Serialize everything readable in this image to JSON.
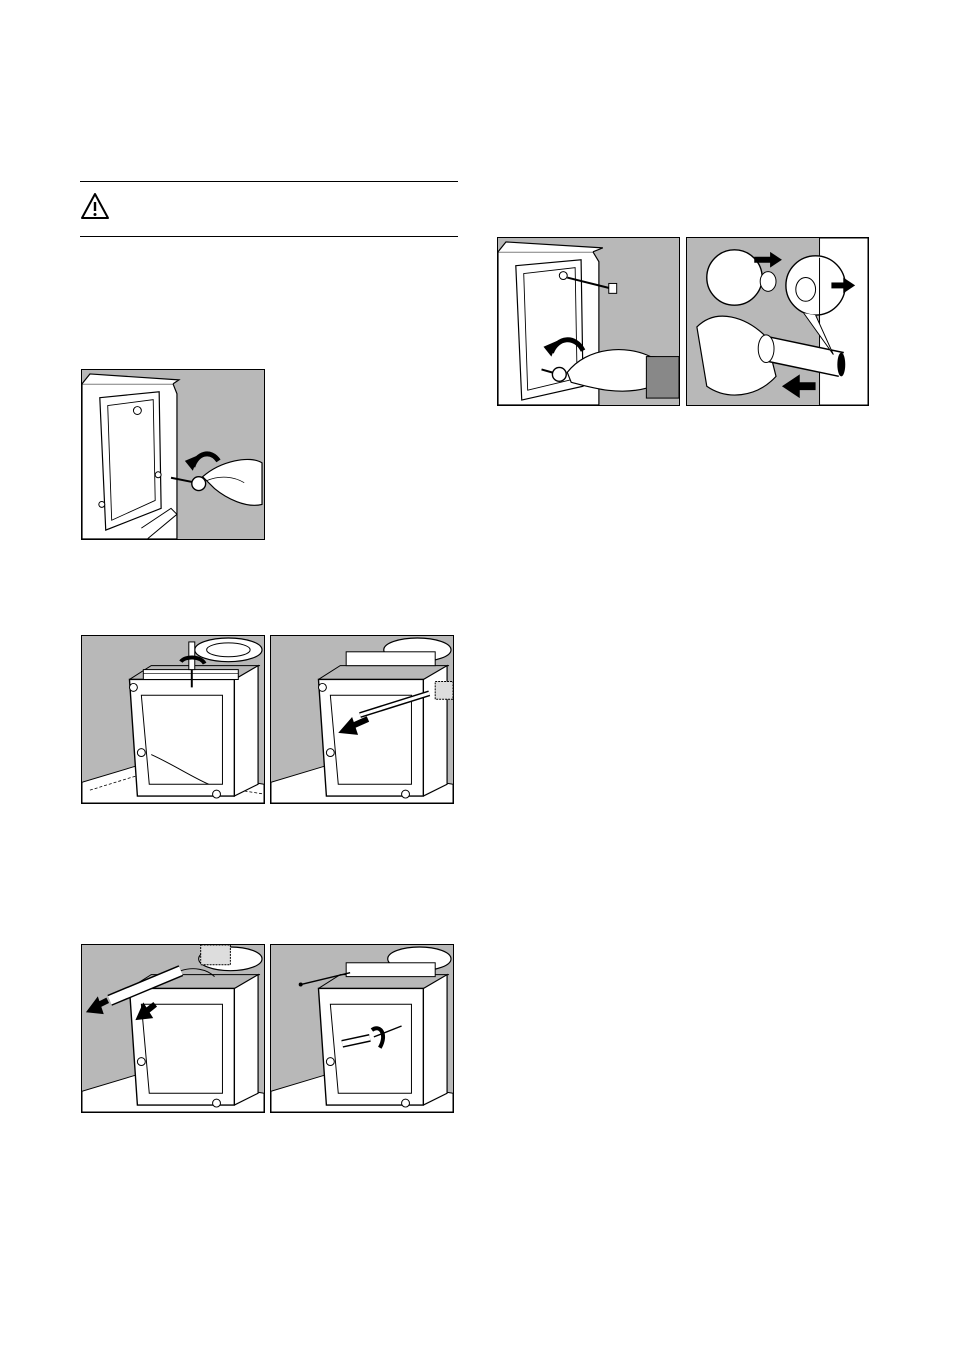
{
  "page": {
    "warning_block": {
      "icon": "warning-triangle-icon",
      "text": ""
    },
    "figures": [
      {
        "id": "fig-remove-rear-screw",
        "icon": "wrench-icon"
      },
      {
        "id": "fig-unscrew-top-bracket",
        "icon": "screwdriver-icon"
      },
      {
        "id": "fig-slide-bracket-out",
        "icon": "arrow-icon"
      },
      {
        "id": "fig-pull-out-pipe",
        "icon": "arrow-icon"
      },
      {
        "id": "fig-insert-screw-plug",
        "icon": "screw-icon"
      },
      {
        "id": "fig-rear-bolt-removal",
        "icon": "wrench-icon"
      },
      {
        "id": "fig-insert-plastic-plugs",
        "icon": "plug-icon"
      }
    ]
  }
}
